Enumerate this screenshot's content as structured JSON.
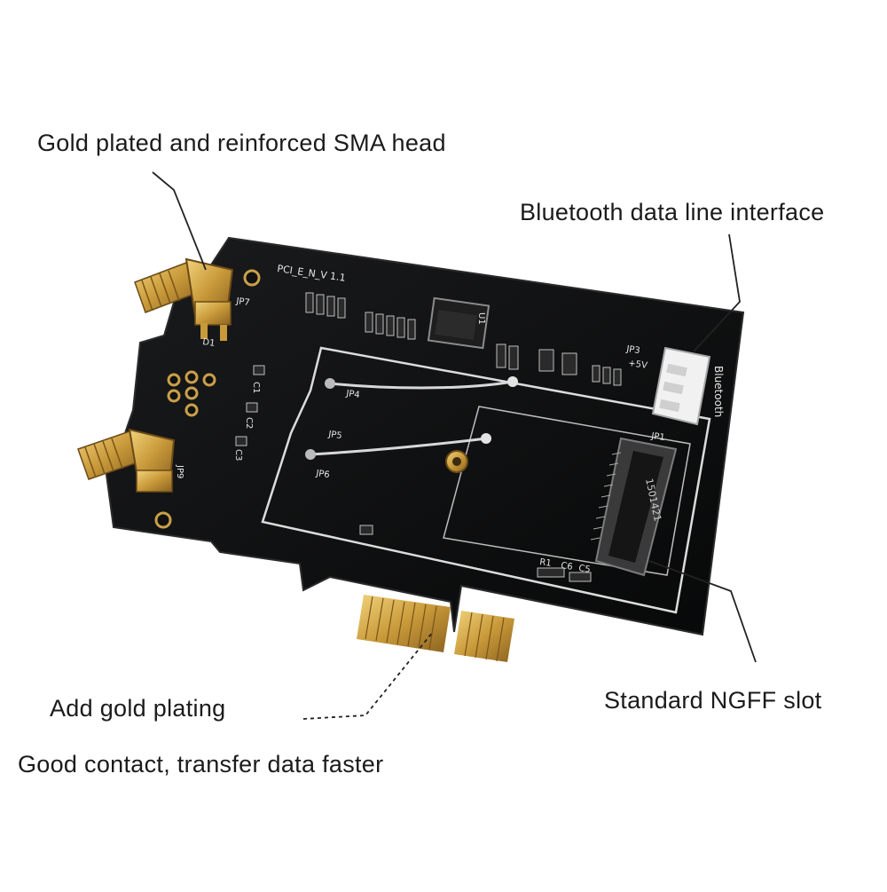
{
  "callouts": {
    "sma_head": "Gold plated and reinforced SMA head",
    "bluetooth_interface": "Bluetooth data line interface",
    "gold_plating": "Add gold plating",
    "good_contact": "Good contact, transfer data faster",
    "ngff_slot": "Standard NGFF slot"
  },
  "board": {
    "model_label": "PCI_E_N_V 1.1",
    "bluetooth_label": "Bluetooth",
    "jp3": "JP3",
    "jp7": "JP7",
    "jp9": "JP9",
    "jp4": "JP4",
    "jp5": "JP5",
    "jp6": "JP6",
    "jp1": "JP1",
    "d1": "D1",
    "u1": "U1",
    "c1": "C1",
    "c2": "C2",
    "c3": "C3",
    "r1": "R1",
    "c6": "C6",
    "c5": "C5",
    "plus5v": "+5V"
  },
  "colors": {
    "pcb": "#0e0f10",
    "gold": "#c99a3a",
    "silkscreen": "#e8e8e8",
    "leader": "#222222"
  }
}
